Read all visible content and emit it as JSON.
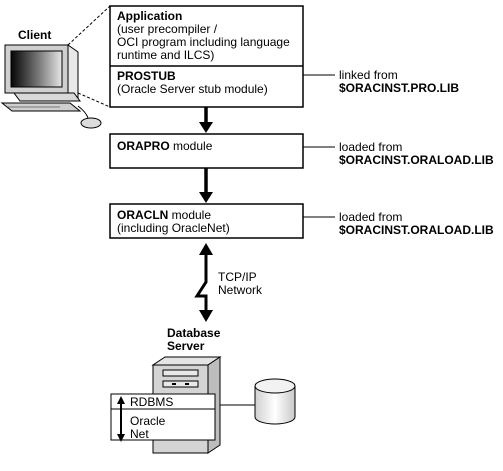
{
  "client": {
    "label": "Client"
  },
  "application_box": {
    "title": "Application",
    "lines": [
      "(user precompiler /",
      "OCI program including language",
      "runtime and ILCS)"
    ],
    "stub_title": "PROSTUB",
    "stub_desc": "(Oracle Server stub module)"
  },
  "orapro_box": {
    "name": "ORAPRO",
    "suffix": " module"
  },
  "oracln_box": {
    "name": "ORACLN",
    "suffix": " module",
    "desc": "(including OracleNet)"
  },
  "annotations": [
    {
      "prefix": "linked from",
      "path": "$ORACINST.PRO.LIB"
    },
    {
      "prefix": "loaded from",
      "path": "$ORACINST.ORALOAD.LIB"
    },
    {
      "prefix": "loaded from",
      "path": "$ORACINST.ORALOAD.LIB"
    }
  ],
  "network": {
    "line1": "TCP/IP",
    "line2": "Network"
  },
  "server": {
    "title_line1": "Database",
    "title_line2": "Server",
    "rdbms": "RDBMS",
    "oracle_line1": "Oracle",
    "oracle_line2": "Net"
  }
}
